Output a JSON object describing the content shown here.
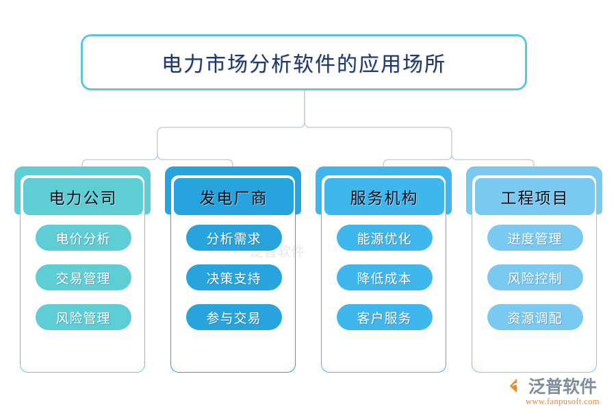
{
  "title": {
    "text": "电力市场分析软件的应用场所",
    "border_color": "#5bc8d6",
    "text_color": "#1f3864"
  },
  "connector_color": "#c7d0e0",
  "columns": [
    {
      "id": "power-company",
      "header": "电力公司",
      "color": "#5ecdd4",
      "items": [
        "电价分析",
        "交易管理",
        "风险管理"
      ]
    },
    {
      "id": "power-generator",
      "header": "发电厂商",
      "color": "#27a4de",
      "items": [
        "分析需求",
        "决策支持",
        "参与交易"
      ]
    },
    {
      "id": "service-agency",
      "header": "服务机构",
      "color": "#3fb7ed",
      "items": [
        "能源优化",
        "降低成本",
        "客户服务"
      ]
    },
    {
      "id": "engineering-project",
      "header": "工程项目",
      "color": "#7ac9f1",
      "items": [
        "进度管理",
        "风险控制",
        "资源调配"
      ]
    }
  ],
  "watermark": {
    "name": "泛普软件",
    "url": "www.fanpusoft.com",
    "name_color": "#7f8c99",
    "url_color": "#e8883a",
    "mark_color": "#e8883a"
  }
}
